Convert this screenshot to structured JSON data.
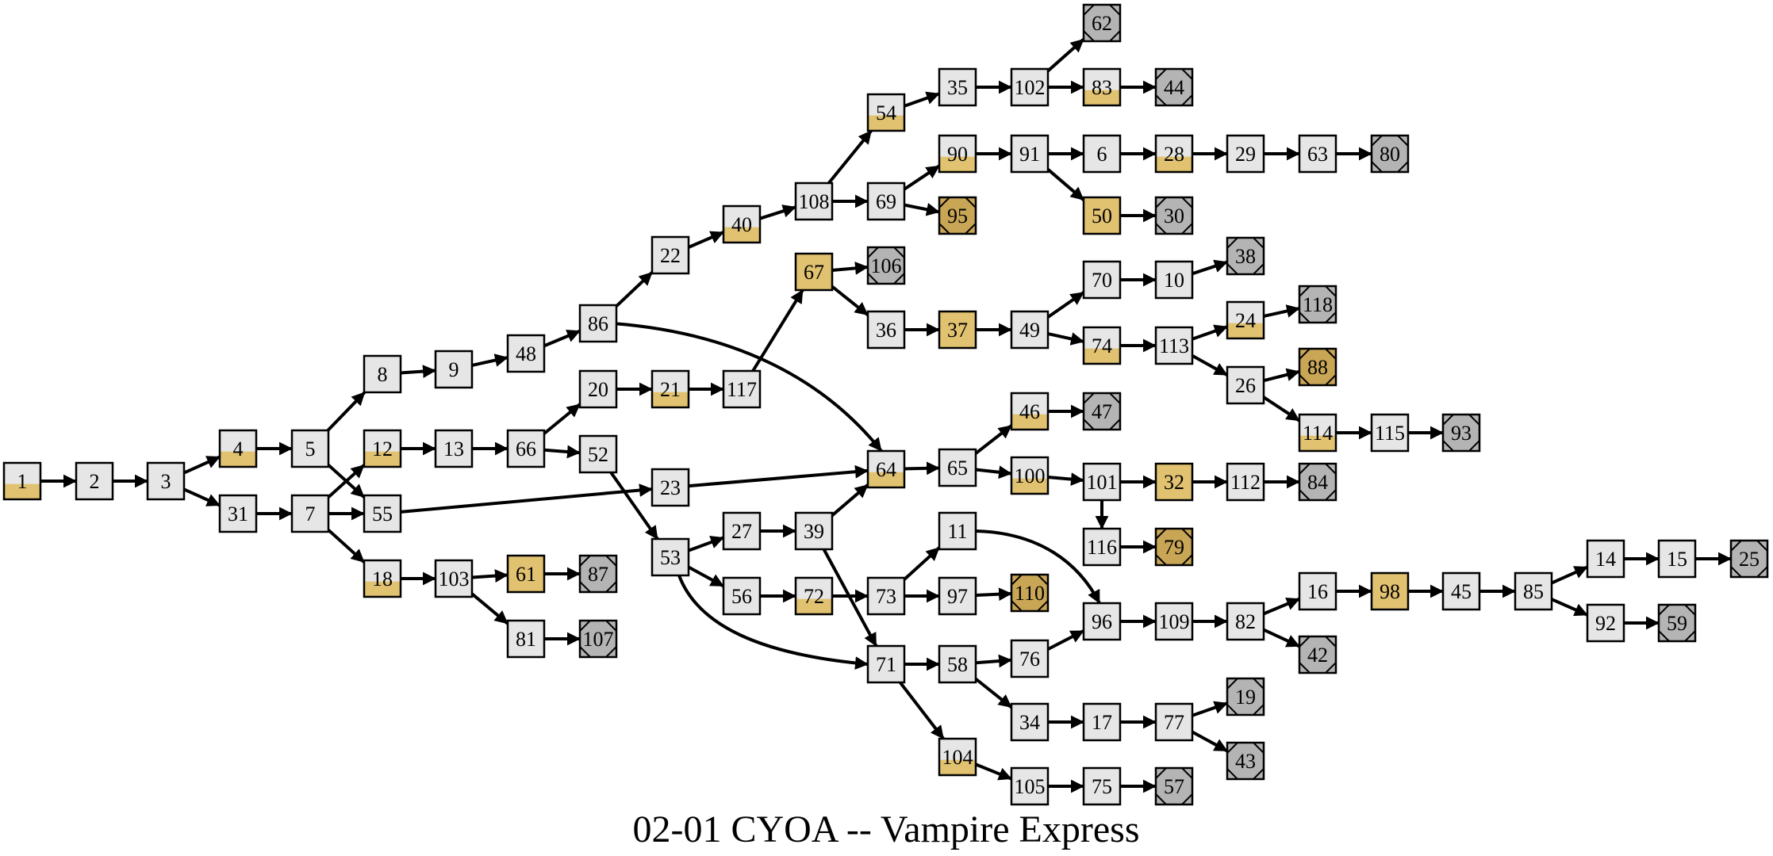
{
  "title": "02-01 CYOA -- Vampire Express",
  "colors": {
    "plain_fill": "#e6e6e6",
    "gold_fill": "#e1c270",
    "end_fill": "#b4b4b4",
    "gold_end_fill": "#c9a656",
    "stroke": "#000000"
  },
  "node_kinds": {
    "plain": "white box",
    "half": "box with gold lower part",
    "gold": "gold box",
    "end": "grey ending box with octagon",
    "gold_end": "gold ending box with octagon"
  },
  "nodes": [
    {
      "id": "1",
      "kind": "half"
    },
    {
      "id": "2",
      "kind": "plain"
    },
    {
      "id": "3",
      "kind": "plain"
    },
    {
      "id": "4",
      "kind": "half"
    },
    {
      "id": "31",
      "kind": "plain"
    },
    {
      "id": "5",
      "kind": "plain"
    },
    {
      "id": "7",
      "kind": "plain"
    },
    {
      "id": "8",
      "kind": "plain"
    },
    {
      "id": "12",
      "kind": "half"
    },
    {
      "id": "55",
      "kind": "plain"
    },
    {
      "id": "18",
      "kind": "half"
    },
    {
      "id": "9",
      "kind": "plain"
    },
    {
      "id": "13",
      "kind": "plain"
    },
    {
      "id": "103",
      "kind": "plain"
    },
    {
      "id": "48",
      "kind": "plain"
    },
    {
      "id": "66",
      "kind": "plain"
    },
    {
      "id": "61",
      "kind": "gold"
    },
    {
      "id": "81",
      "kind": "plain"
    },
    {
      "id": "86",
      "kind": "plain"
    },
    {
      "id": "20",
      "kind": "plain"
    },
    {
      "id": "52",
      "kind": "plain"
    },
    {
      "id": "87",
      "kind": "end"
    },
    {
      "id": "107",
      "kind": "end"
    },
    {
      "id": "22",
      "kind": "plain"
    },
    {
      "id": "21",
      "kind": "half"
    },
    {
      "id": "23",
      "kind": "plain"
    },
    {
      "id": "53",
      "kind": "plain"
    },
    {
      "id": "40",
      "kind": "half"
    },
    {
      "id": "117",
      "kind": "plain"
    },
    {
      "id": "27",
      "kind": "plain"
    },
    {
      "id": "56",
      "kind": "plain"
    },
    {
      "id": "108",
      "kind": "plain"
    },
    {
      "id": "67",
      "kind": "gold"
    },
    {
      "id": "39",
      "kind": "plain"
    },
    {
      "id": "72",
      "kind": "half"
    },
    {
      "id": "54",
      "kind": "half"
    },
    {
      "id": "69",
      "kind": "plain"
    },
    {
      "id": "36",
      "kind": "plain"
    },
    {
      "id": "64",
      "kind": "half"
    },
    {
      "id": "73",
      "kind": "plain"
    },
    {
      "id": "71",
      "kind": "plain"
    },
    {
      "id": "104",
      "kind": "half"
    },
    {
      "id": "106",
      "kind": "end"
    },
    {
      "id": "35",
      "kind": "plain"
    },
    {
      "id": "90",
      "kind": "half"
    },
    {
      "id": "95",
      "kind": "gold_end"
    },
    {
      "id": "37",
      "kind": "gold"
    },
    {
      "id": "65",
      "kind": "plain"
    },
    {
      "id": "11",
      "kind": "plain"
    },
    {
      "id": "97",
      "kind": "plain"
    },
    {
      "id": "58",
      "kind": "plain"
    },
    {
      "id": "102",
      "kind": "plain"
    },
    {
      "id": "91",
      "kind": "plain"
    },
    {
      "id": "49",
      "kind": "plain"
    },
    {
      "id": "46",
      "kind": "half"
    },
    {
      "id": "100",
      "kind": "half"
    },
    {
      "id": "110",
      "kind": "gold_end"
    },
    {
      "id": "76",
      "kind": "plain"
    },
    {
      "id": "34",
      "kind": "plain"
    },
    {
      "id": "105",
      "kind": "plain"
    },
    {
      "id": "62",
      "kind": "end"
    },
    {
      "id": "83",
      "kind": "half"
    },
    {
      "id": "6",
      "kind": "plain"
    },
    {
      "id": "50",
      "kind": "gold"
    },
    {
      "id": "70",
      "kind": "plain"
    },
    {
      "id": "74",
      "kind": "half"
    },
    {
      "id": "47",
      "kind": "end"
    },
    {
      "id": "101",
      "kind": "plain"
    },
    {
      "id": "116",
      "kind": "plain"
    },
    {
      "id": "96",
      "kind": "plain"
    },
    {
      "id": "17",
      "kind": "plain"
    },
    {
      "id": "75",
      "kind": "plain"
    },
    {
      "id": "44",
      "kind": "end"
    },
    {
      "id": "28",
      "kind": "half"
    },
    {
      "id": "30",
      "kind": "end"
    },
    {
      "id": "10",
      "kind": "plain"
    },
    {
      "id": "113",
      "kind": "plain"
    },
    {
      "id": "32",
      "kind": "gold"
    },
    {
      "id": "79",
      "kind": "gold_end"
    },
    {
      "id": "109",
      "kind": "plain"
    },
    {
      "id": "77",
      "kind": "plain"
    },
    {
      "id": "57",
      "kind": "end"
    },
    {
      "id": "29",
      "kind": "plain"
    },
    {
      "id": "38",
      "kind": "end"
    },
    {
      "id": "24",
      "kind": "half"
    },
    {
      "id": "26",
      "kind": "plain"
    },
    {
      "id": "112",
      "kind": "plain"
    },
    {
      "id": "82",
      "kind": "plain"
    },
    {
      "id": "19",
      "kind": "end"
    },
    {
      "id": "43",
      "kind": "end"
    },
    {
      "id": "63",
      "kind": "plain"
    },
    {
      "id": "118",
      "kind": "end"
    },
    {
      "id": "88",
      "kind": "gold_end"
    },
    {
      "id": "114",
      "kind": "half"
    },
    {
      "id": "84",
      "kind": "end"
    },
    {
      "id": "16",
      "kind": "plain"
    },
    {
      "id": "42",
      "kind": "end"
    },
    {
      "id": "80",
      "kind": "end"
    },
    {
      "id": "115",
      "kind": "plain"
    },
    {
      "id": "98",
      "kind": "gold"
    },
    {
      "id": "93",
      "kind": "end"
    },
    {
      "id": "45",
      "kind": "plain"
    },
    {
      "id": "85",
      "kind": "plain"
    },
    {
      "id": "14",
      "kind": "plain"
    },
    {
      "id": "92",
      "kind": "plain"
    },
    {
      "id": "15",
      "kind": "plain"
    },
    {
      "id": "59",
      "kind": "end"
    },
    {
      "id": "25",
      "kind": "end"
    }
  ],
  "edges": [
    [
      "1",
      "2"
    ],
    [
      "2",
      "3"
    ],
    [
      "3",
      "4"
    ],
    [
      "3",
      "31"
    ],
    [
      "4",
      "5"
    ],
    [
      "31",
      "7"
    ],
    [
      "5",
      "8"
    ],
    [
      "5",
      "55"
    ],
    [
      "7",
      "12"
    ],
    [
      "7",
      "55"
    ],
    [
      "7",
      "18"
    ],
    [
      "8",
      "9"
    ],
    [
      "9",
      "48"
    ],
    [
      "48",
      "86"
    ],
    [
      "86",
      "22"
    ],
    [
      "86",
      "64"
    ],
    [
      "22",
      "40"
    ],
    [
      "40",
      "108"
    ],
    [
      "108",
      "54"
    ],
    [
      "108",
      "69"
    ],
    [
      "54",
      "35"
    ],
    [
      "35",
      "102"
    ],
    [
      "102",
      "62"
    ],
    [
      "102",
      "83"
    ],
    [
      "83",
      "44"
    ],
    [
      "69",
      "90"
    ],
    [
      "69",
      "95"
    ],
    [
      "90",
      "91"
    ],
    [
      "91",
      "6"
    ],
    [
      "91",
      "50"
    ],
    [
      "6",
      "28"
    ],
    [
      "28",
      "29"
    ],
    [
      "29",
      "63"
    ],
    [
      "63",
      "80"
    ],
    [
      "50",
      "30"
    ],
    [
      "12",
      "13"
    ],
    [
      "13",
      "66"
    ],
    [
      "66",
      "20"
    ],
    [
      "66",
      "52"
    ],
    [
      "20",
      "21"
    ],
    [
      "21",
      "117"
    ],
    [
      "117",
      "67"
    ],
    [
      "67",
      "106"
    ],
    [
      "67",
      "36"
    ],
    [
      "36",
      "37"
    ],
    [
      "37",
      "49"
    ],
    [
      "49",
      "70"
    ],
    [
      "49",
      "74"
    ],
    [
      "70",
      "10"
    ],
    [
      "10",
      "38"
    ],
    [
      "74",
      "113"
    ],
    [
      "113",
      "24"
    ],
    [
      "113",
      "26"
    ],
    [
      "24",
      "118"
    ],
    [
      "26",
      "88"
    ],
    [
      "26",
      "114"
    ],
    [
      "114",
      "115"
    ],
    [
      "115",
      "93"
    ],
    [
      "55",
      "23"
    ],
    [
      "23",
      "64"
    ],
    [
      "64",
      "65"
    ],
    [
      "65",
      "46"
    ],
    [
      "65",
      "100"
    ],
    [
      "46",
      "47"
    ],
    [
      "100",
      "101"
    ],
    [
      "101",
      "32"
    ],
    [
      "101",
      "116"
    ],
    [
      "32",
      "112"
    ],
    [
      "112",
      "84"
    ],
    [
      "116",
      "79"
    ],
    [
      "52",
      "53"
    ],
    [
      "53",
      "27"
    ],
    [
      "53",
      "56"
    ],
    [
      "53",
      "71"
    ],
    [
      "27",
      "39"
    ],
    [
      "39",
      "64"
    ],
    [
      "39",
      "71"
    ],
    [
      "56",
      "72"
    ],
    [
      "72",
      "73"
    ],
    [
      "73",
      "11"
    ],
    [
      "73",
      "97"
    ],
    [
      "97",
      "110"
    ],
    [
      "11",
      "96"
    ],
    [
      "71",
      "58"
    ],
    [
      "71",
      "104"
    ],
    [
      "58",
      "76"
    ],
    [
      "58",
      "34"
    ],
    [
      "76",
      "96"
    ],
    [
      "96",
      "109"
    ],
    [
      "109",
      "82"
    ],
    [
      "82",
      "16"
    ],
    [
      "82",
      "42"
    ],
    [
      "16",
      "98"
    ],
    [
      "98",
      "45"
    ],
    [
      "45",
      "85"
    ],
    [
      "85",
      "14"
    ],
    [
      "85",
      "92"
    ],
    [
      "14",
      "15"
    ],
    [
      "15",
      "25"
    ],
    [
      "92",
      "59"
    ],
    [
      "34",
      "17"
    ],
    [
      "17",
      "77"
    ],
    [
      "77",
      "19"
    ],
    [
      "77",
      "43"
    ],
    [
      "104",
      "105"
    ],
    [
      "105",
      "75"
    ],
    [
      "75",
      "57"
    ],
    [
      "18",
      "103"
    ],
    [
      "103",
      "61"
    ],
    [
      "103",
      "81"
    ],
    [
      "61",
      "87"
    ],
    [
      "81",
      "107"
    ]
  ]
}
